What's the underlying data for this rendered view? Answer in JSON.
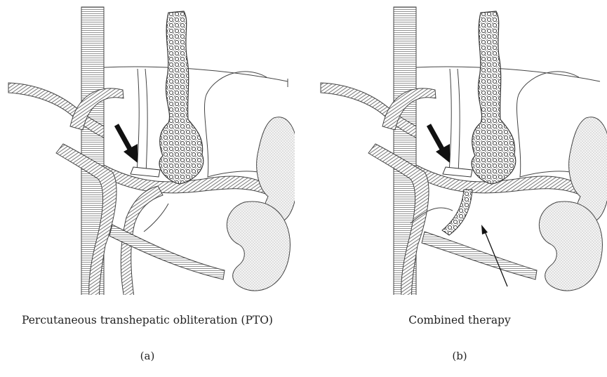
{
  "panels": [
    {
      "id": "a",
      "caption": "Percutaneous transhepatic obliteration (PTO)",
      "label": "(a)"
    },
    {
      "id": "b",
      "caption": "Combined therapy",
      "label": "(b)"
    }
  ],
  "icons": [
    "bold-arrow-icon",
    "thin-arrow-icon"
  ]
}
